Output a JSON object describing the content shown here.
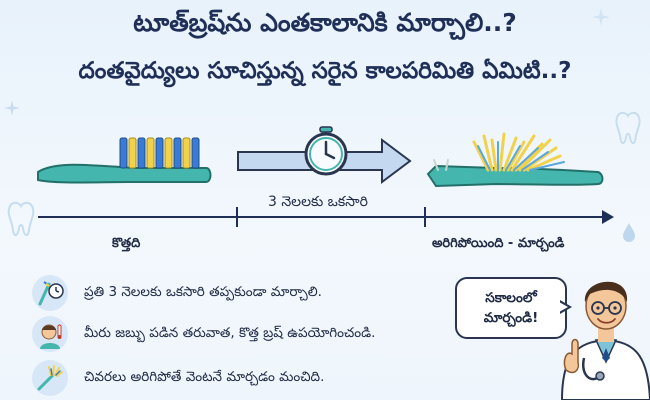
{
  "header": {
    "title_line1": "టూత్‌బ్రష్‌ను ఎంతకాలానికి మార్చాలి..?",
    "title_line2": "దంతవైద్యులు సూచిస్తున్న సరైన కాలపరిమితి ఏమిటి..?"
  },
  "timeline": {
    "interval_label": "3 నెలలకు ఒకసారి",
    "start_label": "కొత్తది",
    "end_label": "అరిగిపోయింది - మార్చండి"
  },
  "tips": [
    {
      "text": "ప్రతి 3 నెలలకు ఒకసారి తప్పకుండా మార్చాలి.",
      "icon": "toothbrush-clock-icon"
    },
    {
      "text": "మీరు జబ్బు పడిన తరువాత, కొత్త బ్రష్ ఉపయోగించండి.",
      "icon": "sick-person-icon"
    },
    {
      "text": "చివరలు అరిగిపోతే వెంటనే మార్చడం మంచిది.",
      "icon": "worn-brush-icon"
    }
  ],
  "dentist_bubble": {
    "line1": "సకాలంలో",
    "line2": "మార్చండి!"
  },
  "colors": {
    "background": "#e8f2fb",
    "title": "#1f2f57",
    "brush_handle": "#45b6ad",
    "bristle_blue": "#3a7bd5",
    "bristle_yellow": "#f2d24b",
    "coat_white": "#ffffff"
  }
}
